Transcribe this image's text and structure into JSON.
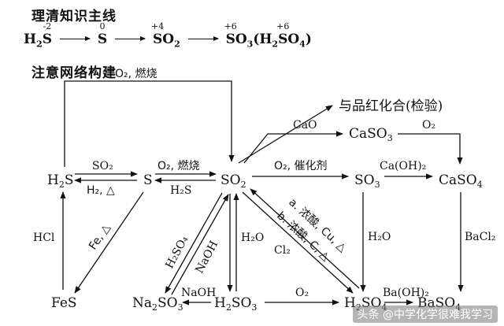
{
  "headings": {
    "main_line": "理清知识主线",
    "network": "注意网络构建"
  },
  "chain": {
    "h2s_h": "H",
    "h2s_2": "2",
    "s_ox_minus2": "-2",
    "s0_ox": "0",
    "s4_ox": "+4",
    "s6_ox": "+6",
    "s6b_ox": "+6",
    "so2_o": "O",
    "so2_2": "2",
    "so3_o": "O",
    "so3_3": "3",
    "h2so4_open": "(H",
    "h2so4_2": "2",
    "h2so4_o": "O",
    "h2so4_4": "4",
    "h2so4_close": ")",
    "sym_s": "S"
  },
  "nodes": {
    "h2s": {
      "main": "H",
      "sub": "2",
      "tail": "S"
    },
    "s": {
      "main": "S"
    },
    "so2": {
      "main": "SO",
      "sub": "2"
    },
    "so3": {
      "main": "SO",
      "sub": "3"
    },
    "caso4": {
      "main": "CaSO",
      "sub": "4"
    },
    "caso3": {
      "main": "CaSO",
      "sub": "3"
    },
    "fes": {
      "main": "FeS"
    },
    "na2so3": {
      "main": "Na",
      "sub": "2",
      "mid": "SO",
      "sub2": "3"
    },
    "h2so3": {
      "main": "H",
      "sub": "2",
      "mid": "SO",
      "sub2": "3"
    },
    "h2so4": {
      "main": "H",
      "sub": "2",
      "mid": "SO",
      "sub2": "4"
    },
    "baso4": {
      "main": "BaSO",
      "sub": "4"
    },
    "pinhong": "与品红化合(检验)"
  },
  "labels": {
    "o2_burn_top": "O₂, 燃烧",
    "so2_on_arrow": "SO₂",
    "h2_delta": "H₂, △",
    "o2_burn_mid": "O₂, 燃烧",
    "h2s_back": "H₂S",
    "o2_catalyst": "O₂, 催化剂",
    "cao": "CaO",
    "o2_right": "O₂",
    "caoh2": "Ca(OH)₂",
    "hcl": "HCl",
    "fe_delta": "Fe, △",
    "h2so4_label": "H₂SO₄",
    "naoh_diag": "NaOH",
    "naoh_bottom": "NaOH",
    "h2o_mid": "H₂O",
    "cl2": "Cl₂",
    "a_conc": "a. 浓酸, Cu, △",
    "b_conc": "b. 浓酸, C, △",
    "h2o_right": "H₂O",
    "bacl2": "BaCl₂",
    "o2_bottom": "O₂",
    "baoh2": "Ba(OH)₂"
  },
  "watermark": "头条 @中学化学很难我学习"
}
